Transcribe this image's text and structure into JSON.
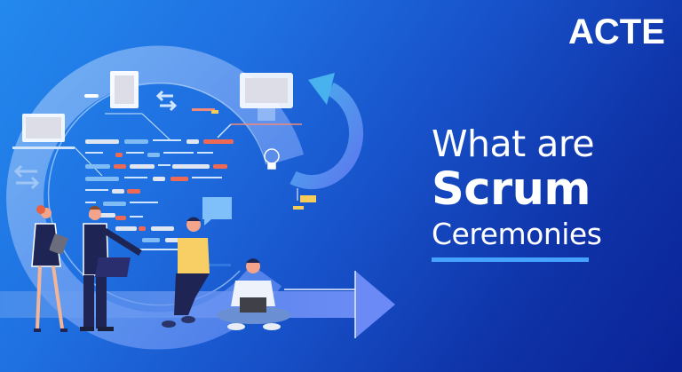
{
  "brand": {
    "logo_text": "ACTE"
  },
  "headline": {
    "line1": "What are",
    "line2": "Scrum",
    "line3": "Ceremonies"
  },
  "colors": {
    "background_start": "#2389ee",
    "background_end": "#0a2396",
    "accent_underline": "#45a3ff",
    "code_red": "#ee6a55",
    "code_light": "#dfe6f2",
    "code_blue": "#7fbcf5",
    "sticky_yellow": "#f6cd5b",
    "shirt_yellow": "#f7cf65",
    "suit_navy": "#1e2555"
  },
  "illustration": {
    "icons": [
      "laptop-wireframe-icon",
      "document-icon",
      "monitor-icon",
      "swap-arrows-icon",
      "lightbulb-icon",
      "chat-bubble-icon",
      "cycle-arrow-icon",
      "forward-arrow-icon",
      "sticky-notes-icon"
    ],
    "people": [
      "woman-with-tablet",
      "man-in-suit",
      "man-with-laptop-sitting",
      "man-cross-legged-with-laptop"
    ]
  }
}
